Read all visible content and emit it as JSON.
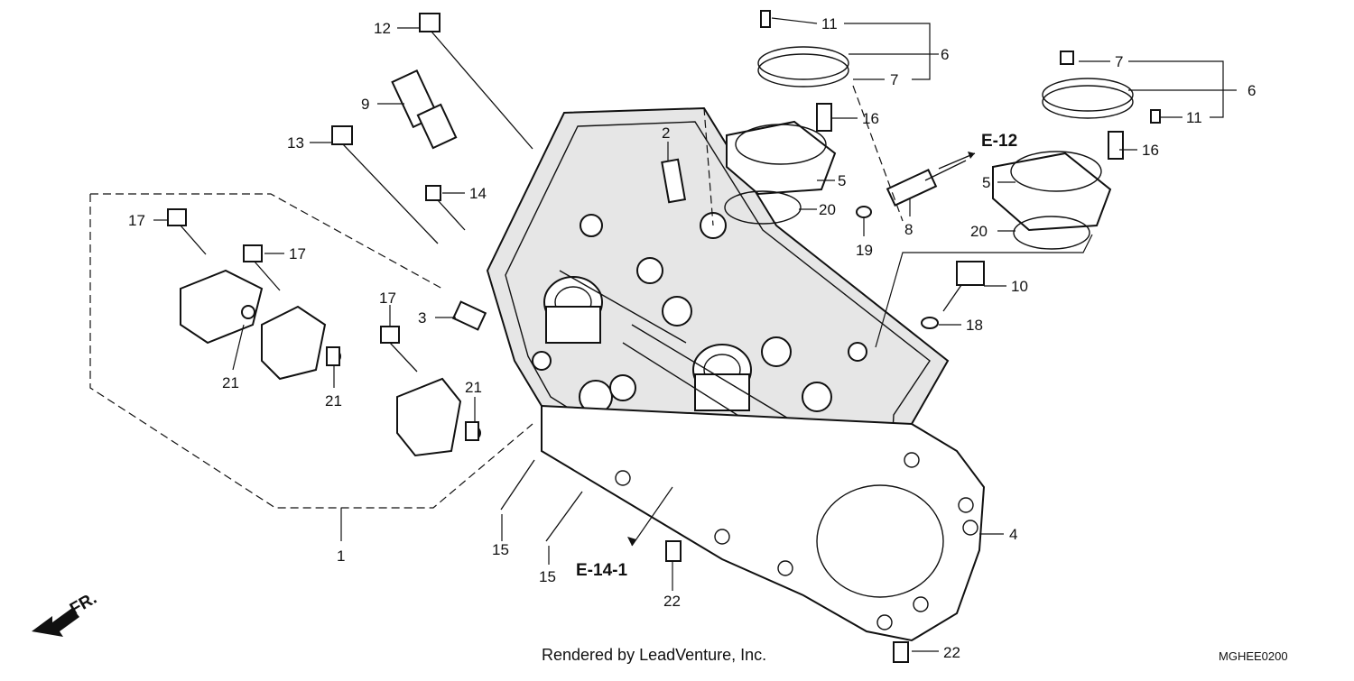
{
  "diagram": {
    "callouts": [
      {
        "id": "c1",
        "text": "1"
      },
      {
        "id": "c2",
        "text": "2"
      },
      {
        "id": "c3",
        "text": "3"
      },
      {
        "id": "c4",
        "text": "4"
      },
      {
        "id": "c5a",
        "text": "5"
      },
      {
        "id": "c5b",
        "text": "5"
      },
      {
        "id": "c6a",
        "text": "6"
      },
      {
        "id": "c6b",
        "text": "6"
      },
      {
        "id": "c7a",
        "text": "7"
      },
      {
        "id": "c7b",
        "text": "7"
      },
      {
        "id": "c8",
        "text": "8"
      },
      {
        "id": "c9",
        "text": "9"
      },
      {
        "id": "c10",
        "text": "10"
      },
      {
        "id": "c11a",
        "text": "11"
      },
      {
        "id": "c11b",
        "text": "11"
      },
      {
        "id": "c12",
        "text": "12"
      },
      {
        "id": "c13",
        "text": "13"
      },
      {
        "id": "c14",
        "text": "14"
      },
      {
        "id": "c15a",
        "text": "15"
      },
      {
        "id": "c15b",
        "text": "15"
      },
      {
        "id": "c16a",
        "text": "16"
      },
      {
        "id": "c16b",
        "text": "16"
      },
      {
        "id": "c17a",
        "text": "17"
      },
      {
        "id": "c17b",
        "text": "17"
      },
      {
        "id": "c17c",
        "text": "17"
      },
      {
        "id": "c18",
        "text": "18"
      },
      {
        "id": "c19",
        "text": "19"
      },
      {
        "id": "c20a",
        "text": "20"
      },
      {
        "id": "c20b",
        "text": "20"
      },
      {
        "id": "c21a",
        "text": "21"
      },
      {
        "id": "c21b",
        "text": "21"
      },
      {
        "id": "c21c",
        "text": "21"
      },
      {
        "id": "c22a",
        "text": "22"
      },
      {
        "id": "c22b",
        "text": "22"
      }
    ],
    "references": {
      "e12": "E-12",
      "e141": "E-14-1"
    },
    "direction_label": "FR.",
    "footer": {
      "rendered_by": "Rendered by LeadVenture, Inc.",
      "diagram_code": "MGHEE0200"
    }
  }
}
